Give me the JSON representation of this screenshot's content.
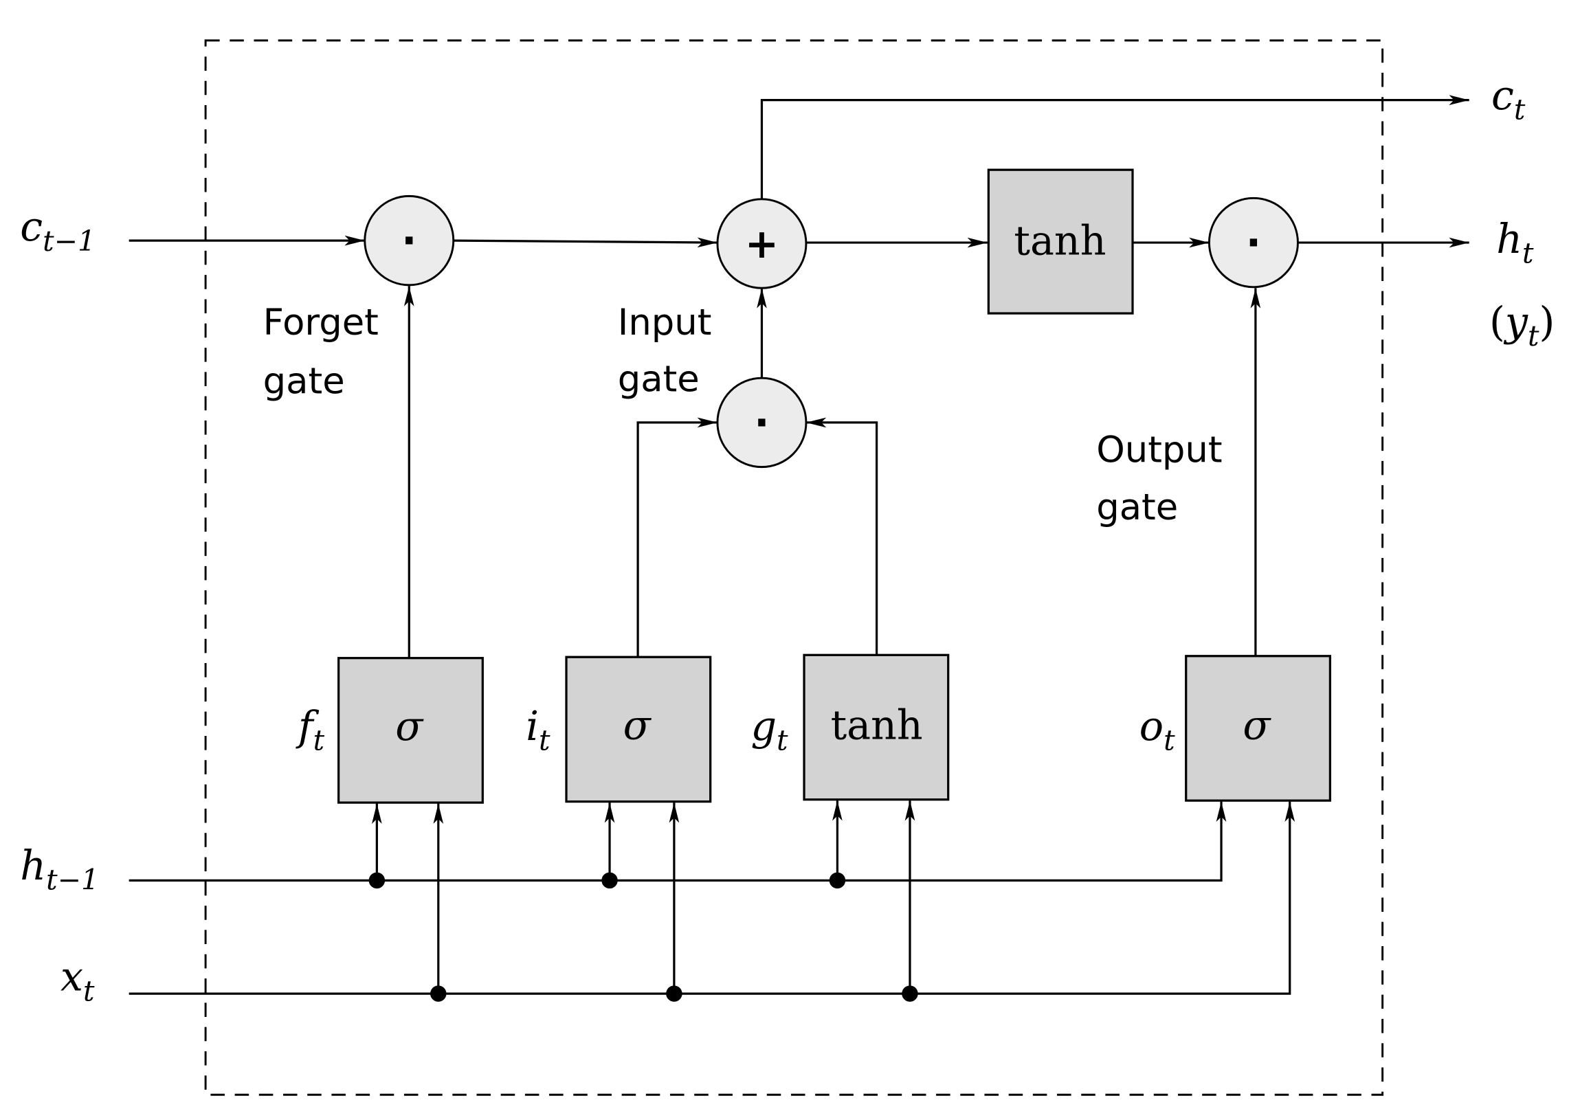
{
  "diagram": {
    "inputs": {
      "cell_prev": {
        "base": "c",
        "sub": "t−1"
      },
      "hidden_prev": {
        "base": "h",
        "sub": "t−1"
      },
      "input": {
        "base": "x",
        "sub": "t"
      }
    },
    "outputs": {
      "cell": {
        "base": "c",
        "sub": "t"
      },
      "hidden": {
        "base": "h",
        "sub": "t"
      },
      "output_alias": {
        "open": "(",
        "base": "y",
        "sub": "t",
        "close": ")"
      }
    },
    "gates": {
      "forget": {
        "label_line1": "Forget",
        "label_line2": "gate",
        "var": "f",
        "sub": "t",
        "fn": "σ"
      },
      "input": {
        "label_line1": "Input",
        "label_line2": "gate",
        "var": "i",
        "sub": "t",
        "fn": "σ"
      },
      "candidate": {
        "var": "g",
        "sub": "t",
        "fn": "tanh"
      },
      "output": {
        "label_line1": "Output",
        "label_line2": "gate",
        "var": "o",
        "sub": "t",
        "fn": "σ"
      }
    },
    "cell_activation": "tanh",
    "operators": {
      "multiply": "·",
      "add": "+"
    },
    "colors": {
      "box_fill": "#d3d3d3",
      "node_fill": "#ececec",
      "stroke": "#000000"
    }
  }
}
